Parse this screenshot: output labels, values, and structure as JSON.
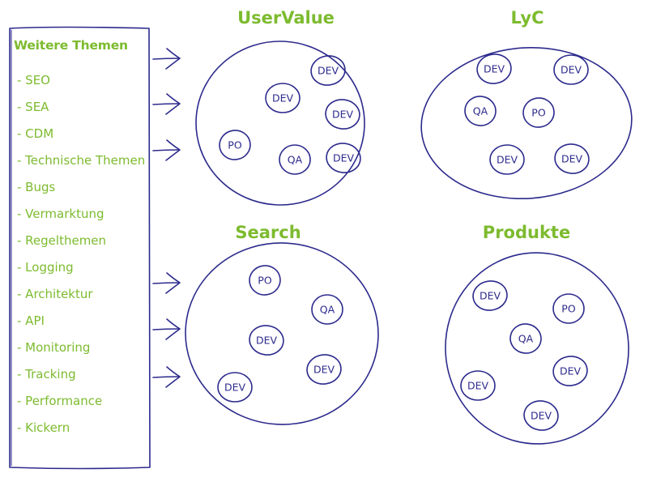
{
  "topics": {
    "heading": "Weitere Themen",
    "items": [
      "- SEO",
      "- SEA",
      "- CDM",
      "- Technische Themen",
      "- Bugs",
      "- Vermarktung",
      "- Regelthemen",
      "- Logging",
      "- Architektur",
      "- API",
      "- Monitoring",
      "- Tracking",
      "- Performance",
      "- Kickern"
    ]
  },
  "teams": [
    {
      "name": "UserValue",
      "members": [
        "DEV",
        "DEV",
        "DEV",
        "PO",
        "QA",
        "DEV"
      ]
    },
    {
      "name": "LyC",
      "members": [
        "DEV",
        "DEV",
        "QA",
        "PO",
        "DEV",
        "DEV"
      ]
    },
    {
      "name": "Search",
      "members": [
        "PO",
        "QA",
        "DEV",
        "DEV",
        "DEV"
      ]
    },
    {
      "name": "Produkte",
      "members": [
        "DEV",
        "PO",
        "QA",
        "DEV",
        "DEV",
        "DEV"
      ]
    }
  ],
  "colors": {
    "accent_green": "#7dbb2f",
    "ink_blue": "#2c2a8c",
    "background": "#ffffff"
  },
  "icons": [
    "arrow-icon"
  ]
}
